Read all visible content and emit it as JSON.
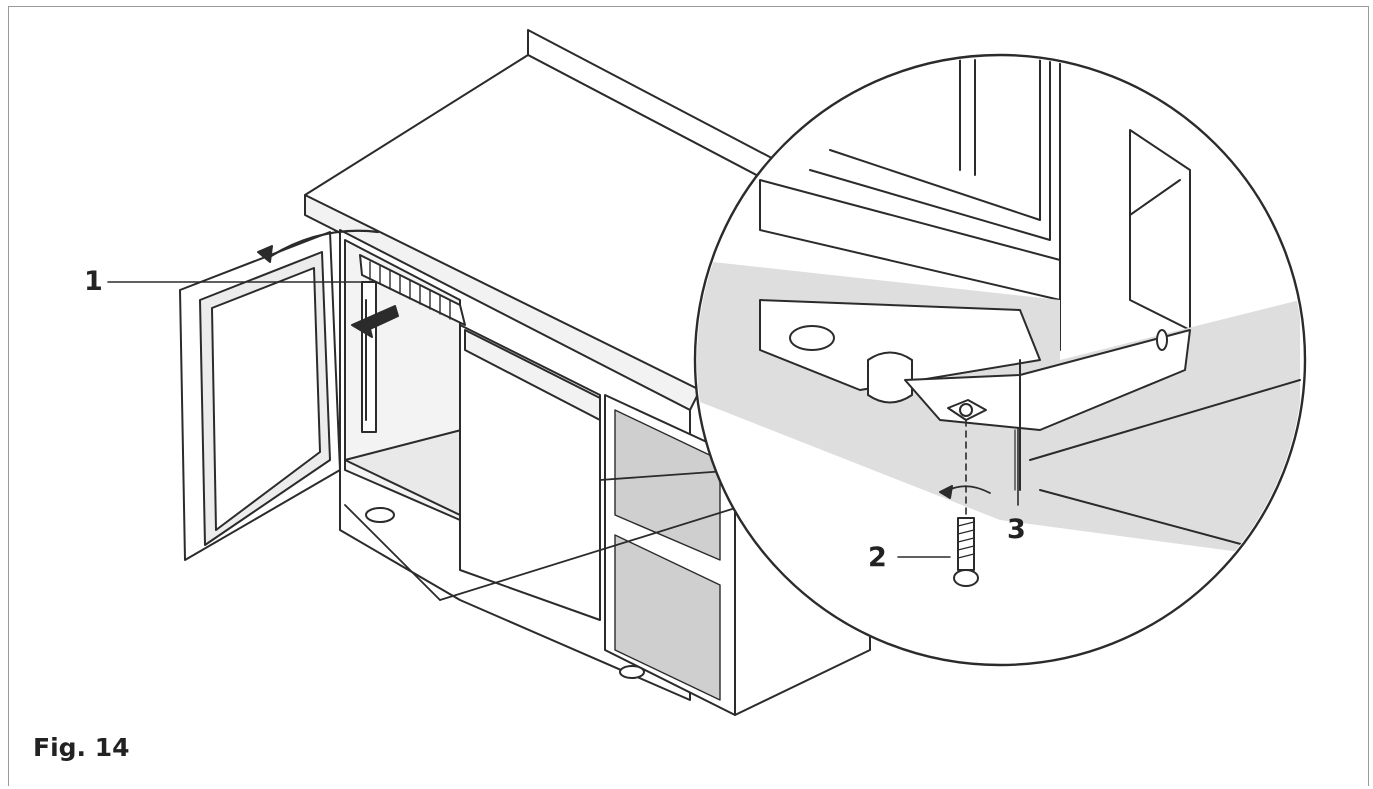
{
  "figure": {
    "caption": "Fig. 14",
    "callouts": [
      {
        "id": "1",
        "label": "1"
      },
      {
        "id": "2",
        "label": "2"
      },
      {
        "id": "3",
        "label": "3"
      }
    ]
  },
  "colors": {
    "line": "#2b2b2b",
    "shade": "#d9d9d9",
    "light": "#ececec",
    "background": "#ffffff"
  }
}
